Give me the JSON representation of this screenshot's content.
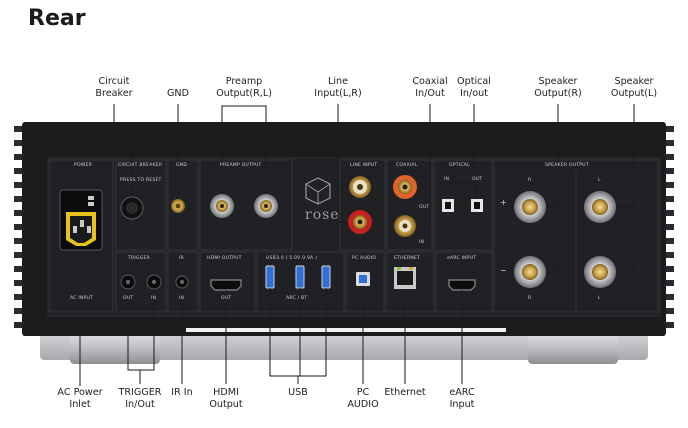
{
  "title": "Rear",
  "callouts": {
    "circuit_breaker": [
      "Circuit",
      "Breaker"
    ],
    "gnd": [
      "GND"
    ],
    "preamp": [
      "Preamp",
      "Output(R,L)"
    ],
    "line": [
      "Line",
      "Input(L,R)"
    ],
    "coaxial": [
      "Coaxial",
      "In/Out"
    ],
    "optical": [
      "Optical",
      "In/out"
    ],
    "spk_r": [
      "Speaker",
      "Output(R)"
    ],
    "spk_l": [
      "Speaker",
      "Output(L)"
    ],
    "ac_power": [
      "AC Power",
      "Inlet"
    ],
    "trigger": [
      "TRIGGER",
      "In/Out"
    ],
    "ir_in": [
      "IR In"
    ],
    "hdmi": [
      "HDMI",
      "Output"
    ],
    "usb": [
      "USB"
    ],
    "pc_audio": [
      "PC",
      "AUDIO"
    ],
    "ethernet": [
      "Ethernet"
    ],
    "earc": [
      "eARC",
      "Input"
    ]
  },
  "panel": {
    "power": "POWER",
    "circuit_breaker": "CIRCUIT BREAKER",
    "press_to_reset": "PRESS TO RESET",
    "gnd": "GND",
    "preamp_output": "PREAMP OUTPUT",
    "logo": "rose",
    "line_input": "LINE INPUT",
    "coaxial": "COAXIAL",
    "optical": "OPTICAL",
    "optical_in": "IN",
    "optical_out": "OUT",
    "coax_out": "OUT",
    "coax_in": "IN",
    "speaker_output": "SPEAKER OUTPUT",
    "trigger": "TRIGGER",
    "trigger_out": "OUT",
    "trigger_in": "IN",
    "ir": "IR",
    "ir_in": "IN",
    "hdmi_output": "HDMI OUTPUT",
    "hdmi_out": "OUT",
    "usb": "USB3.0 ( 5.0V 0.9A )",
    "usb_sub": "ARC  /  BT",
    "pc_audio": "PC AUDIO",
    "ethernet": "ETHERNET",
    "earc_input": "eARC INPUT",
    "ac_input": "AC INPUT",
    "plus": "+",
    "minus": "−",
    "r": "R",
    "l": "L"
  },
  "colors": {
    "chassis": "#1b1c1e",
    "silver": "#c9cacc",
    "gold": "#c9a24a",
    "red_rca": "#c42020",
    "orange_rca": "#e0642a",
    "usb_blue": "#2f6fd6"
  }
}
